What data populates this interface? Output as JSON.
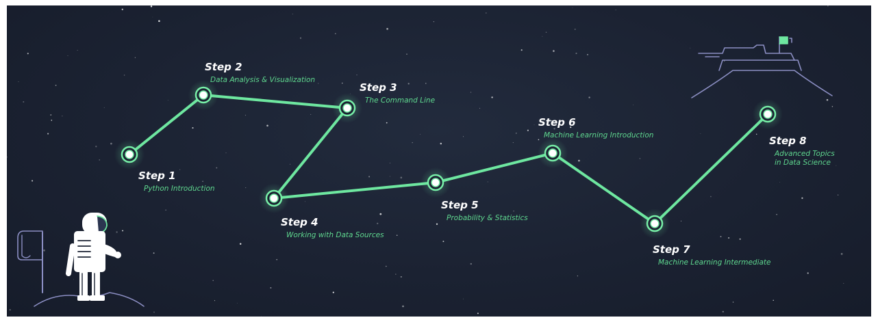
{
  "colors": {
    "background": "#1b2232",
    "path": "#6ee7a0",
    "node_stroke": "#78f0a8",
    "subtitle": "#5fd88f",
    "illustration": "#8c8fc4"
  },
  "steps": [
    {
      "title": "Step 1",
      "subtitle": [
        "Python Introduction"
      ]
    },
    {
      "title": "Step 2",
      "subtitle": [
        "Data Analysis & Visualization"
      ]
    },
    {
      "title": "Step 3",
      "subtitle": [
        "The Command Line"
      ]
    },
    {
      "title": "Step 4",
      "subtitle": [
        "Working with Data Sources"
      ]
    },
    {
      "title": "Step 5",
      "subtitle": [
        "Probability & Statistics"
      ]
    },
    {
      "title": "Step 6",
      "subtitle": [
        "Machine Learning Introduction"
      ]
    },
    {
      "title": "Step 7",
      "subtitle": [
        "Machine Learning Intermediate"
      ]
    },
    {
      "title": "Step 8",
      "subtitle": [
        "Advanced Topics",
        "in Data Science"
      ]
    }
  ],
  "illustrations": {
    "astronaut": "astronaut-with-flag",
    "summit": "mountain-summit-with-flag"
  }
}
